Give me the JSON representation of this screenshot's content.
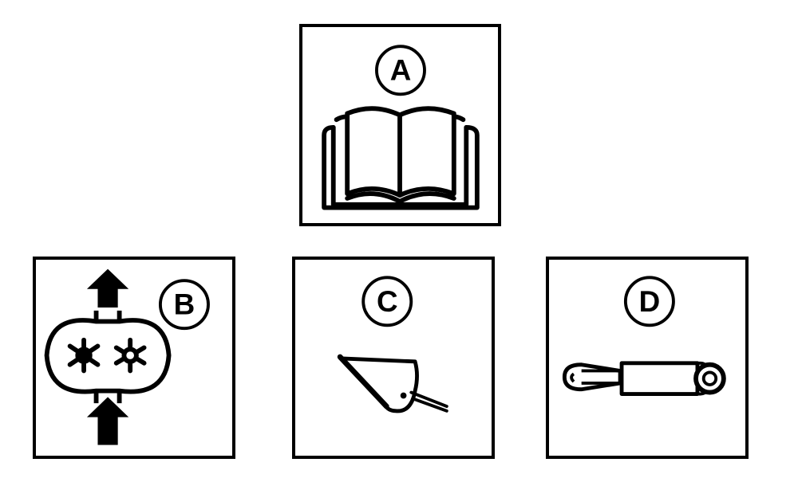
{
  "panels": {
    "a": {
      "letter": "A",
      "icon": "book-icon"
    },
    "b": {
      "letter": "B",
      "icon": "gear-pump-icon"
    },
    "c": {
      "letter": "C",
      "icon": "bucket-icon"
    },
    "d": {
      "letter": "D",
      "icon": "hydraulic-cylinder-icon"
    }
  },
  "colors": {
    "stroke": "#000000",
    "background": "#ffffff"
  }
}
